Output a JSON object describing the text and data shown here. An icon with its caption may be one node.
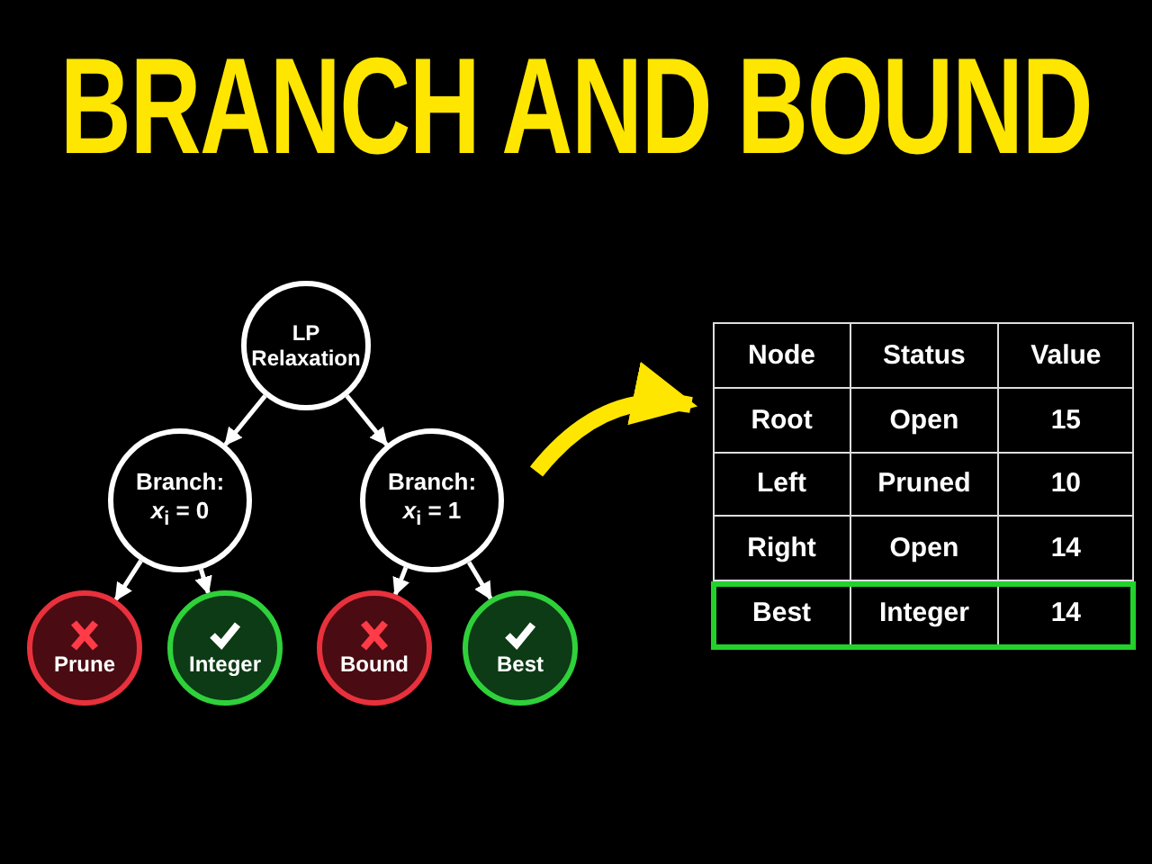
{
  "diagram": {
    "title": "BRANCH AND BOUND",
    "nodes": [
      {
        "text": [
          "LP Relaxation"
        ]
      },
      {
        "text": [
          "Branch: *x*$_{i}$ = 0"
        ]
      },
      {
        "text": [
          "Branch: *x*$_{i}$ = 1"
        ]
      },
      {
        "text": [
          "Prune"
        ]
      },
      {
        "text": [
          "Integer"
        ]
      },
      {
        "text": [
          "Bound"
        ]
      },
      {
        "text": [
          "Best"
        ]
      },
      {
        "text": [],
        "shape": "box"
      }
    ],
    "edges": [
      {
        "from": 0,
        "to": 1,
        "arrow": "to"
      },
      {
        "from": 0,
        "to": 2,
        "arrow": "to"
      },
      {
        "from": 1,
        "to": 3,
        "arrow": "to"
      },
      {
        "from": 1,
        "to": 4,
        "arrow": "to"
      },
      {
        "from": 2,
        "to": 5,
        "arrow": "to"
      },
      {
        "from": 2,
        "to": 6,
        "arrow": "to"
      },
      {
        "from": null,
        "to": 7,
        "arrow": "to",
        "style": "thick",
        "color": "#ffe600"
      }
    ],
    "labels": [
      "Node",
      "Status",
      "Value",
      "Root",
      "Open",
      "15",
      "Left",
      "Pruned",
      "10",
      "Right",
      "Open",
      "14",
      "Best",
      "Integer",
      "14"
    ]
  }
}
